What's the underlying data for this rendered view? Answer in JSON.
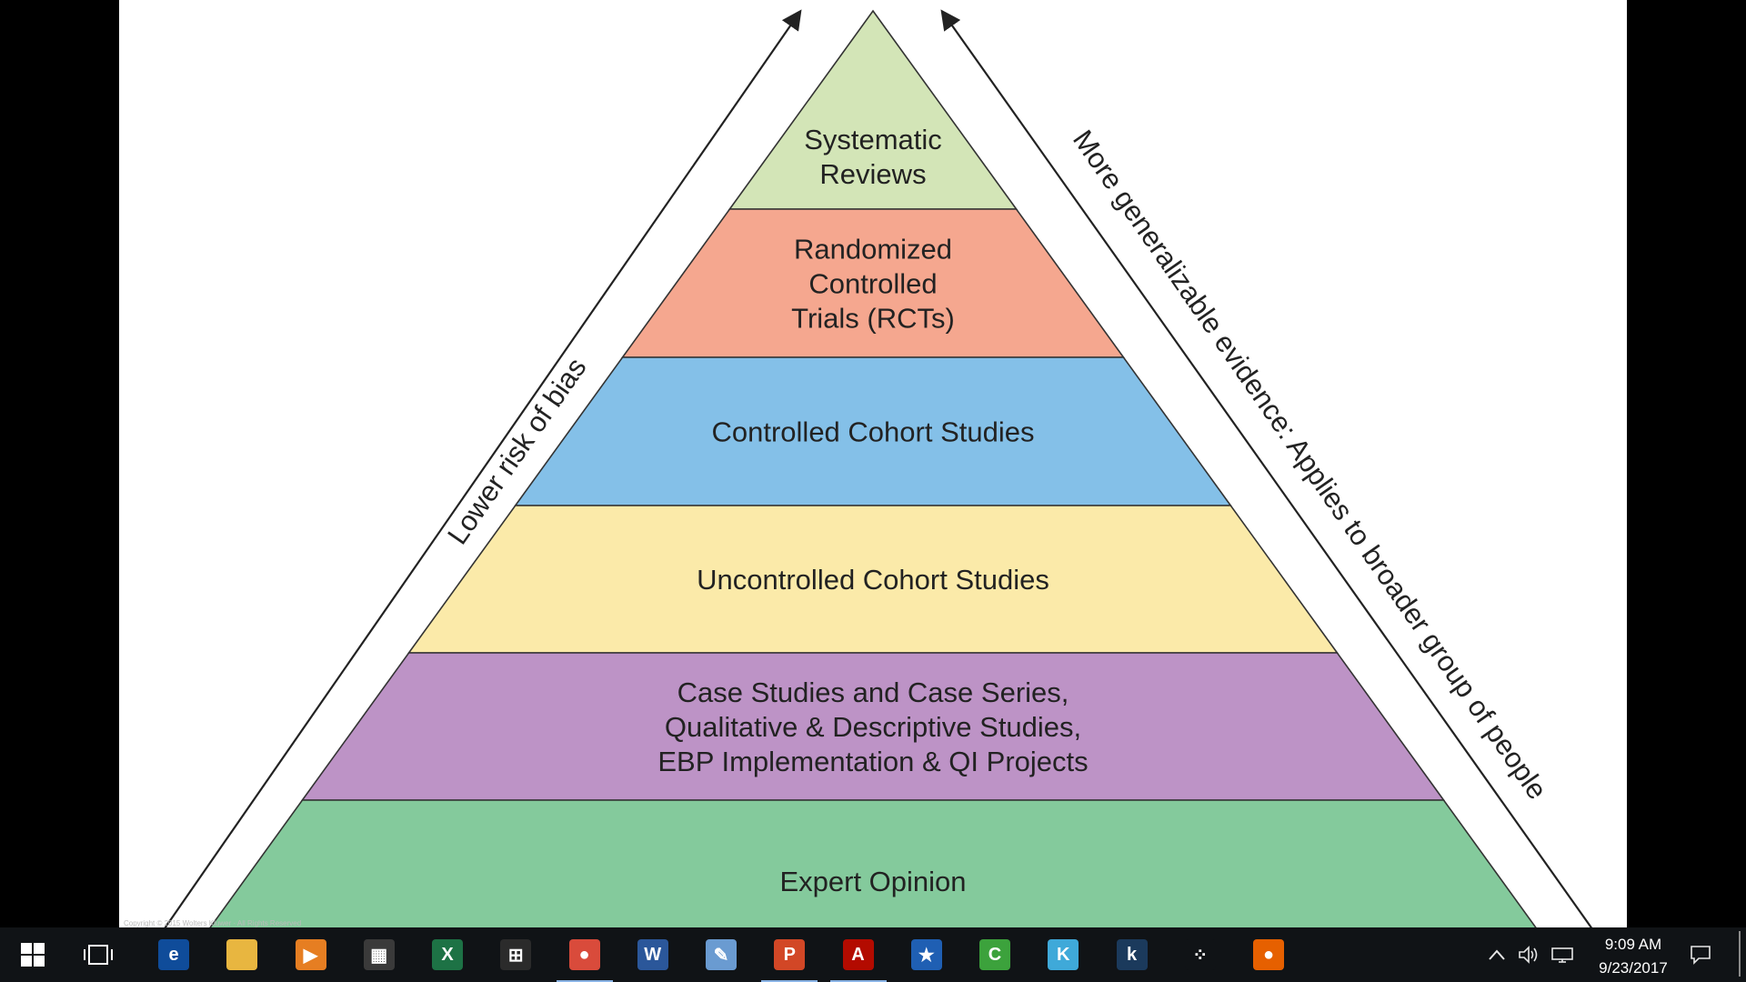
{
  "diagram": {
    "tiers": [
      {
        "lines": [
          "Systematic",
          "Reviews"
        ],
        "color": "#d3e5b7"
      },
      {
        "lines": [
          "Randomized",
          "Controlled",
          "Trials (RCTs)"
        ],
        "color": "#f5a78f"
      },
      {
        "lines": [
          "Controlled Cohort Studies"
        ],
        "color": "#84c0e8"
      },
      {
        "lines": [
          "Uncontrolled Cohort Studies"
        ],
        "color": "#fbeaa9"
      },
      {
        "lines": [
          "Case Studies and Case Series,",
          "Qualitative & Descriptive Studies,",
          "EBP Implementation & QI Projects"
        ],
        "color": "#bd93c6"
      },
      {
        "lines": [
          "Expert Opinion"
        ],
        "color": "#84ca9c"
      }
    ],
    "left_arrow_label": "Lower risk of bias",
    "right_arrow_label": "More generalizable evidence: Applies to broader group of people",
    "copyright": "Copyright © 2015 Wolters Kluwer · All Rights Reserved"
  },
  "taskbar": {
    "apps": [
      {
        "name": "edge-icon",
        "glyph": "e",
        "bg": "#0f4c9a"
      },
      {
        "name": "file-explorer-icon",
        "glyph": "",
        "bg": "#e8b640"
      },
      {
        "name": "media-player-icon",
        "glyph": "▶",
        "bg": "#e67e22"
      },
      {
        "name": "calculator-icon",
        "glyph": "▦",
        "bg": "#3a3a3a"
      },
      {
        "name": "excel-icon",
        "glyph": "X",
        "bg": "#1d7245"
      },
      {
        "name": "store-icon",
        "glyph": "⊞",
        "bg": "#2b2b2b"
      },
      {
        "name": "chrome-icon",
        "glyph": "●",
        "bg": "#d94b3b"
      },
      {
        "name": "word-icon",
        "glyph": "W",
        "bg": "#2b579a"
      },
      {
        "name": "paint-icon",
        "glyph": "✎",
        "bg": "#6a9bd1"
      },
      {
        "name": "powerpoint-icon",
        "glyph": "P",
        "bg": "#d24726"
      },
      {
        "name": "acrobat-icon",
        "glyph": "A",
        "bg": "#b30b00"
      },
      {
        "name": "movie-maker-icon",
        "glyph": "★",
        "bg": "#1f5fb3"
      },
      {
        "name": "camtasia-icon",
        "glyph": "C",
        "bg": "#3ca23c"
      },
      {
        "name": "kodi-icon",
        "glyph": "K",
        "bg": "#3fa9d9"
      },
      {
        "name": "kindle-icon",
        "glyph": "k",
        "bg": "#1b3a5c"
      },
      {
        "name": "dots-app-icon",
        "glyph": "⁘",
        "bg": "#101316"
      },
      {
        "name": "firefox-icon",
        "glyph": "●",
        "bg": "#e66000"
      }
    ],
    "active": [
      6,
      9,
      10
    ],
    "time": "9:09 AM",
    "date": "9/23/2017"
  }
}
